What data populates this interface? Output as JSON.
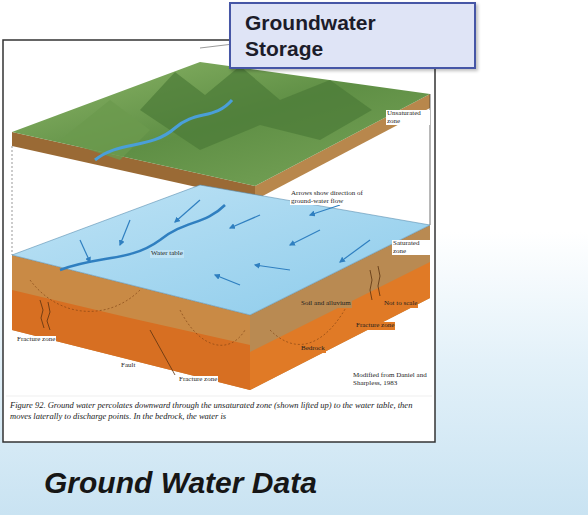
{
  "diagram": {
    "caption": "Figure 92. Ground water percolates downward through the unsaturated zone (shown lifted up) to the water table, then moves laterally to discharge points. In the bedrock, the water is",
    "nodes": [
      {
        "text": [
          "Groundwater Storage"
        ]
      }
    ],
    "labels": [
      "Unsaturated zone",
      "Arrows show direction of ground-water flow",
      "Water table",
      "Saturated zone",
      "Soil and alluvium",
      "Bedrock",
      "Not to scale",
      "Fracture zone",
      "Fault",
      "Fracture zone",
      "Fracture zone",
      "Modified from Daniel and Sharpless, 1983",
      "Ground Water Data"
    ]
  }
}
